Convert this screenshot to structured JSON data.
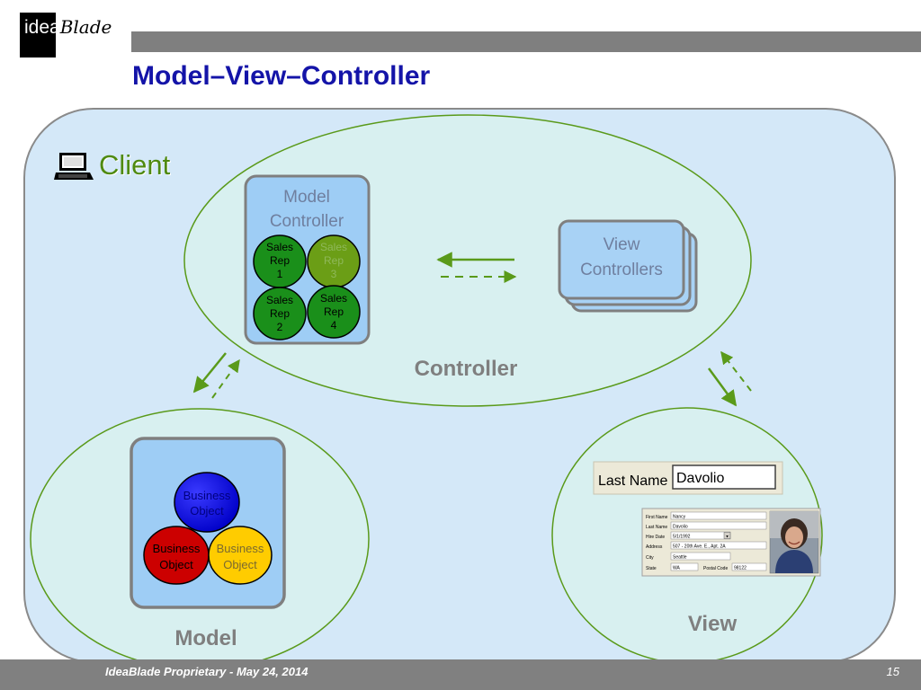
{
  "header": {
    "logo_prefix": "idea",
    "logo_suffix": "Blade",
    "title": "Model–View–Controller"
  },
  "client": {
    "label": "Client",
    "icon": "laptop-icon"
  },
  "controller": {
    "label": "Controller",
    "model_controller": {
      "line1": "Model",
      "line2": "Controller",
      "circles": [
        {
          "lines": [
            "Sales",
            "Rep",
            "1"
          ],
          "color": "#1a8f1a",
          "text_color": "#000000"
        },
        {
          "lines": [
            "Sales",
            "Rep",
            "3"
          ],
          "color": "#6b9e16",
          "text_color": "#8fb85a"
        },
        {
          "lines": [
            "Sales",
            "Rep",
            "2"
          ],
          "color": "#1a8f1a",
          "text_color": "#000000"
        },
        {
          "lines": [
            "Sales",
            "Rep",
            "4"
          ],
          "color": "#1a8f1a",
          "text_color": "#000000"
        }
      ]
    },
    "view_controllers": {
      "line1": "View",
      "line2": "Controllers"
    }
  },
  "model": {
    "label": "Model",
    "objects": [
      {
        "lines": [
          "Business",
          "Object"
        ],
        "color": "#1a1ae6",
        "text_color": "#000080"
      },
      {
        "lines": [
          "Business",
          "Object"
        ],
        "color": "#cc0000",
        "text_color": "#000000"
      },
      {
        "lines": [
          "Business",
          "Object"
        ],
        "color": "#ffcc00",
        "text_color": "#7a6a30"
      }
    ]
  },
  "view": {
    "label": "View",
    "last_name_label": "Last Name",
    "last_name_value": "Davolio",
    "form": {
      "rows": [
        {
          "label": "First Name",
          "value": "Nancy"
        },
        {
          "label": "Last Name",
          "value": "Davolio"
        },
        {
          "label": "Hire Date",
          "value": "5/1/1992"
        },
        {
          "label": "Address",
          "value": "507 - 20th Ave. E., Apt. 2A"
        },
        {
          "label": "City",
          "value": "Seattle"
        },
        {
          "label": "State",
          "value": "WA"
        }
      ],
      "postal_label": "Postal Code",
      "postal_value": "98122"
    },
    "photo_icon": "person-photo-icon"
  },
  "footer": {
    "text": "IdeaBlade Proprietary - May 24, 2014",
    "page_number": "15"
  },
  "colors": {
    "title": "#1414a8",
    "client_bg": "#d4e8f8",
    "bubble_bg": "#d8f0f0",
    "bubble_stroke": "#5a9a1a",
    "arrow": "#5a9a1a",
    "label_gray": "#7f7f7f",
    "footer_bg": "#808080"
  }
}
